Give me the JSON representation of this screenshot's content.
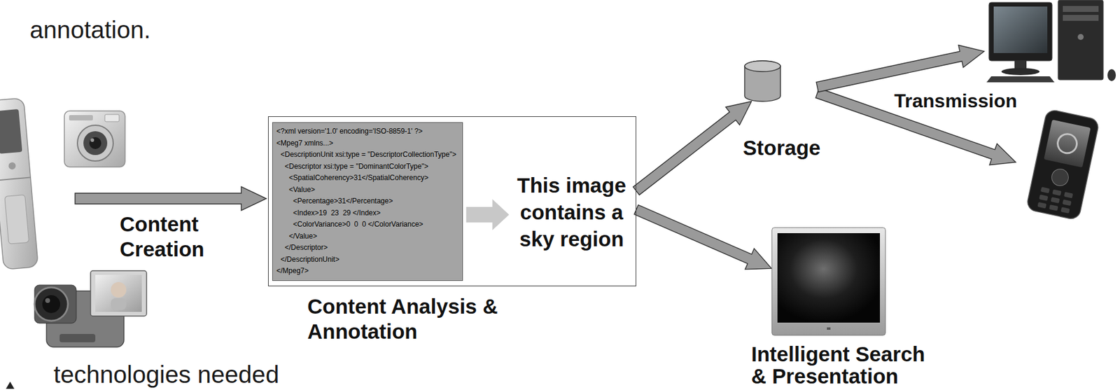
{
  "diagram": {
    "nodes": [
      {
        "text": [
          "This image contains a sky region",
          "Content Analysis & Annotation"
        ]
      },
      {
        "text": [
          "<?xml version='1.0' encoding='ISO-8859-1' ?>",
          "<Mpeg7 xmlns...>",
          "<DescriptionUnit xsi:type = \"DescriptorCollectionType\">",
          "<Descriptor xsi:type = \"DominantColorType\">",
          "<SpatialCoherency>31</SpatialCoherency>",
          "<Value>",
          "<Percentage>31</Percentage>",
          "<Index>19  23  29 </Index>",
          "<ColorVariance>0  0  0 </ColorVariance>",
          "</Value>",
          "</Descriptor>",
          "</DescriptionUnit>",
          "</Mpeg7>"
        ],
        "in": 0
      },
      {
        "text": [
          "Storage"
        ]
      },
      {
        "text": [
          "Intelligent Search & Presentation"
        ]
      }
    ],
    "edges": [
      {
        "from": 0,
        "to": 2,
        "arrow": "to"
      },
      {
        "from": 0,
        "to": 3,
        "arrow": "to"
      }
    ],
    "labels": [
      "annotation.",
      "Content Creation",
      "Transmission",
      "technologies needed"
    ]
  }
}
